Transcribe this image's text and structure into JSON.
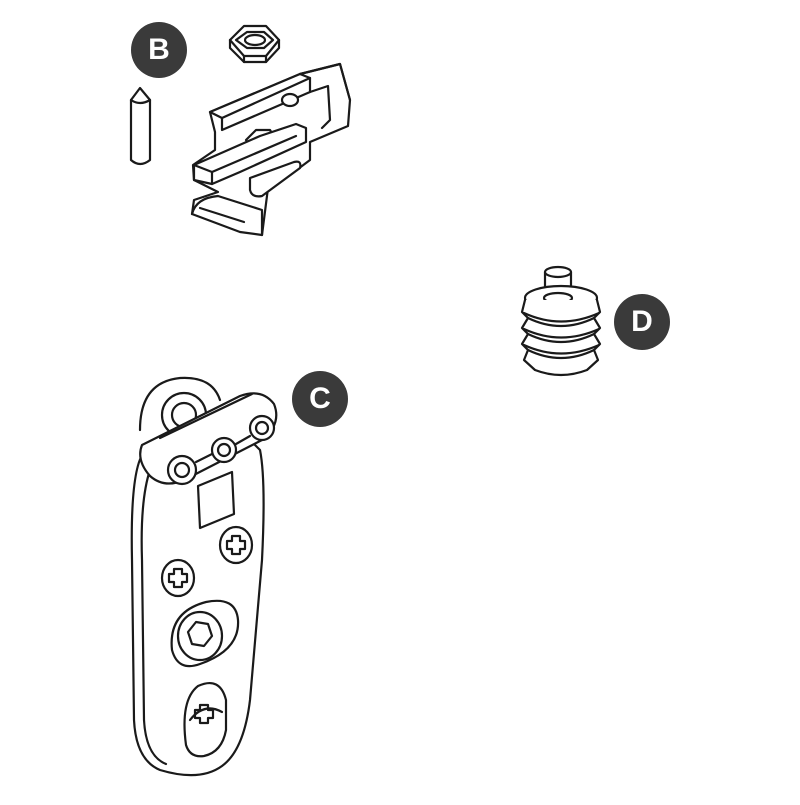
{
  "labels": {
    "b": "B",
    "c": "C",
    "d": "D"
  },
  "colors": {
    "badge": "#3a3a3a",
    "line": "#1a1a1a",
    "fill": "#ffffff",
    "shade": "#e6e6e6"
  },
  "parts": [
    {
      "label": "B",
      "items": [
        "pin",
        "hex-nut",
        "clip-bracket"
      ]
    },
    {
      "label": "C",
      "items": [
        "hinge-plate",
        "hinge-knuckles",
        "screws",
        "adjustment-slot"
      ]
    },
    {
      "label": "D",
      "items": [
        "threaded-bushing"
      ]
    }
  ]
}
